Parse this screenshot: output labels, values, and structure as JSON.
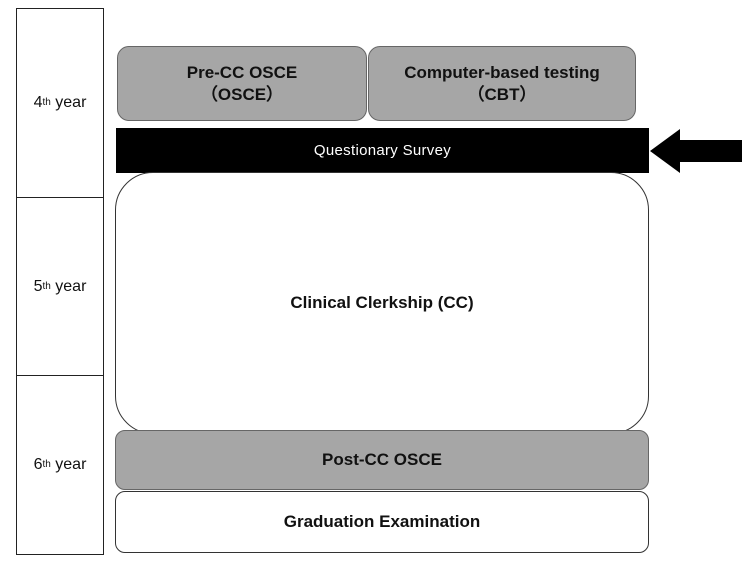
{
  "years": [
    {
      "num": "4",
      "suffix": "th",
      "label": " year"
    },
    {
      "num": "5",
      "suffix": "th",
      "label": " year"
    },
    {
      "num": "6",
      "suffix": "th",
      "label": " year"
    }
  ],
  "boxes": {
    "pre_cc_osce": {
      "line1": "Pre-CC OSCE",
      "line2": "（OSCE）"
    },
    "cbt": {
      "line1": "Computer-based testing",
      "line2": "（CBT）"
    },
    "survey": "Questionary Survey",
    "clinical_clerkship": "Clinical Clerkship (CC)",
    "post_cc_osce": "Post-CC OSCE",
    "graduation": "Graduation Examination"
  },
  "colors": {
    "gray_fill": "#a6a6a6",
    "survey_fill": "#000000",
    "survey_text": "#ffffff",
    "arrow": "#000000"
  },
  "icons": {
    "pointer": "left-arrow-icon"
  }
}
